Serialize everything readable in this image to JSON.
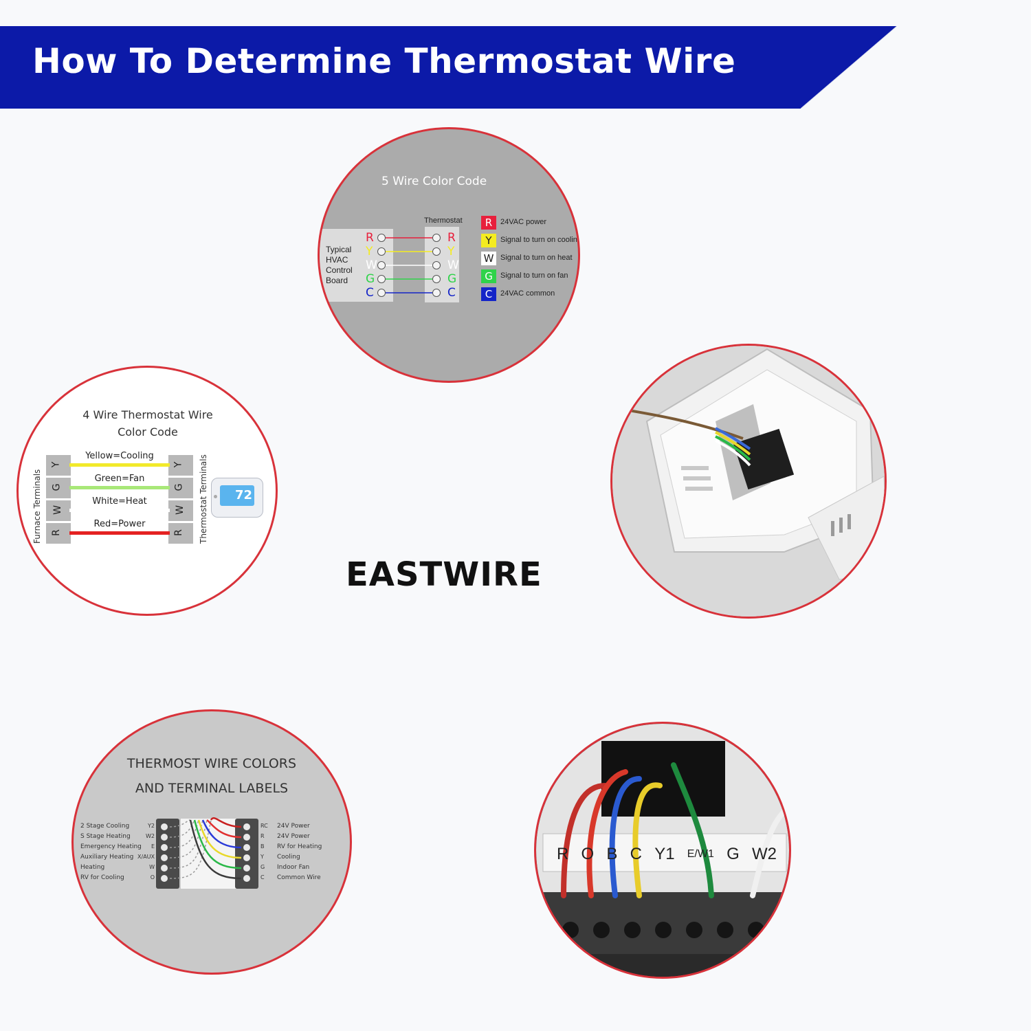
{
  "banner": {
    "title": "How To Determine Thermostat Wire",
    "color": "#0c1aa8"
  },
  "brand": "EASTWIRE",
  "five_wire": {
    "title": "5 Wire Color Code",
    "board_label": [
      "Typical",
      "HVAC",
      "Control",
      "Board"
    ],
    "thermostat_label": "Thermostat",
    "terminals": [
      {
        "letter": "R",
        "color": "#e8203c",
        "desc": "24VAC power"
      },
      {
        "letter": "Y",
        "color": "#f4ec20",
        "desc": "Signal to turn on cooling"
      },
      {
        "letter": "W",
        "color": "#ffffff",
        "desc": "Signal to turn on heat"
      },
      {
        "letter": "G",
        "color": "#2fd34a",
        "desc": "Signal to turn on fan"
      },
      {
        "letter": "C",
        "color": "#1424c8",
        "desc": "24VAC common"
      }
    ]
  },
  "four_wire": {
    "title_line1": "4 Wire Thermostat Wire",
    "title_line2": "Color Code",
    "left_axis": "Furnace Terminals",
    "right_axis": "Thermostat Terminals",
    "display_value": "72",
    "rows": [
      {
        "letter": "Y",
        "label": "Yellow=Cooling",
        "color": "#f2ea2a"
      },
      {
        "letter": "G",
        "label": "Green=Fan",
        "color": "#a8e878"
      },
      {
        "letter": "W",
        "label": "White=Heat",
        "color": "#ffffff"
      },
      {
        "letter": "R",
        "label": "Red=Power",
        "color": "#e42222"
      }
    ]
  },
  "labels_diagram": {
    "title_line1": "THERMOST WIRE COLORS",
    "title_line2": "AND TERMINAL LABELS",
    "left": [
      {
        "desc": "2 Stage Cooling",
        "code": "Y2"
      },
      {
        "desc": "S Stage Heating",
        "code": "W2"
      },
      {
        "desc": "Emergency Heating",
        "code": "E"
      },
      {
        "desc": "Auxiliary Heating",
        "code": "X/AUX"
      },
      {
        "desc": "Heating",
        "code": "W"
      },
      {
        "desc": "RV for Cooling",
        "code": "O"
      }
    ],
    "right": [
      {
        "code": "RC",
        "desc": "24V Power",
        "color": "#c82020"
      },
      {
        "code": "R",
        "desc": "24V Power",
        "color": "#e03030"
      },
      {
        "code": "B",
        "desc": "RV for Heating",
        "color": "#2a3ad8"
      },
      {
        "code": "Y",
        "desc": "Cooling",
        "color": "#e8d82a"
      },
      {
        "code": "G",
        "desc": "Indoor Fan",
        "color": "#2ab848"
      },
      {
        "code": "C",
        "desc": "Common Wire",
        "color": "#3a3a3a"
      }
    ]
  },
  "photo_terminals": [
    "R",
    "O",
    "B",
    "C",
    "Y1",
    "E/W1",
    "G",
    "W2"
  ]
}
